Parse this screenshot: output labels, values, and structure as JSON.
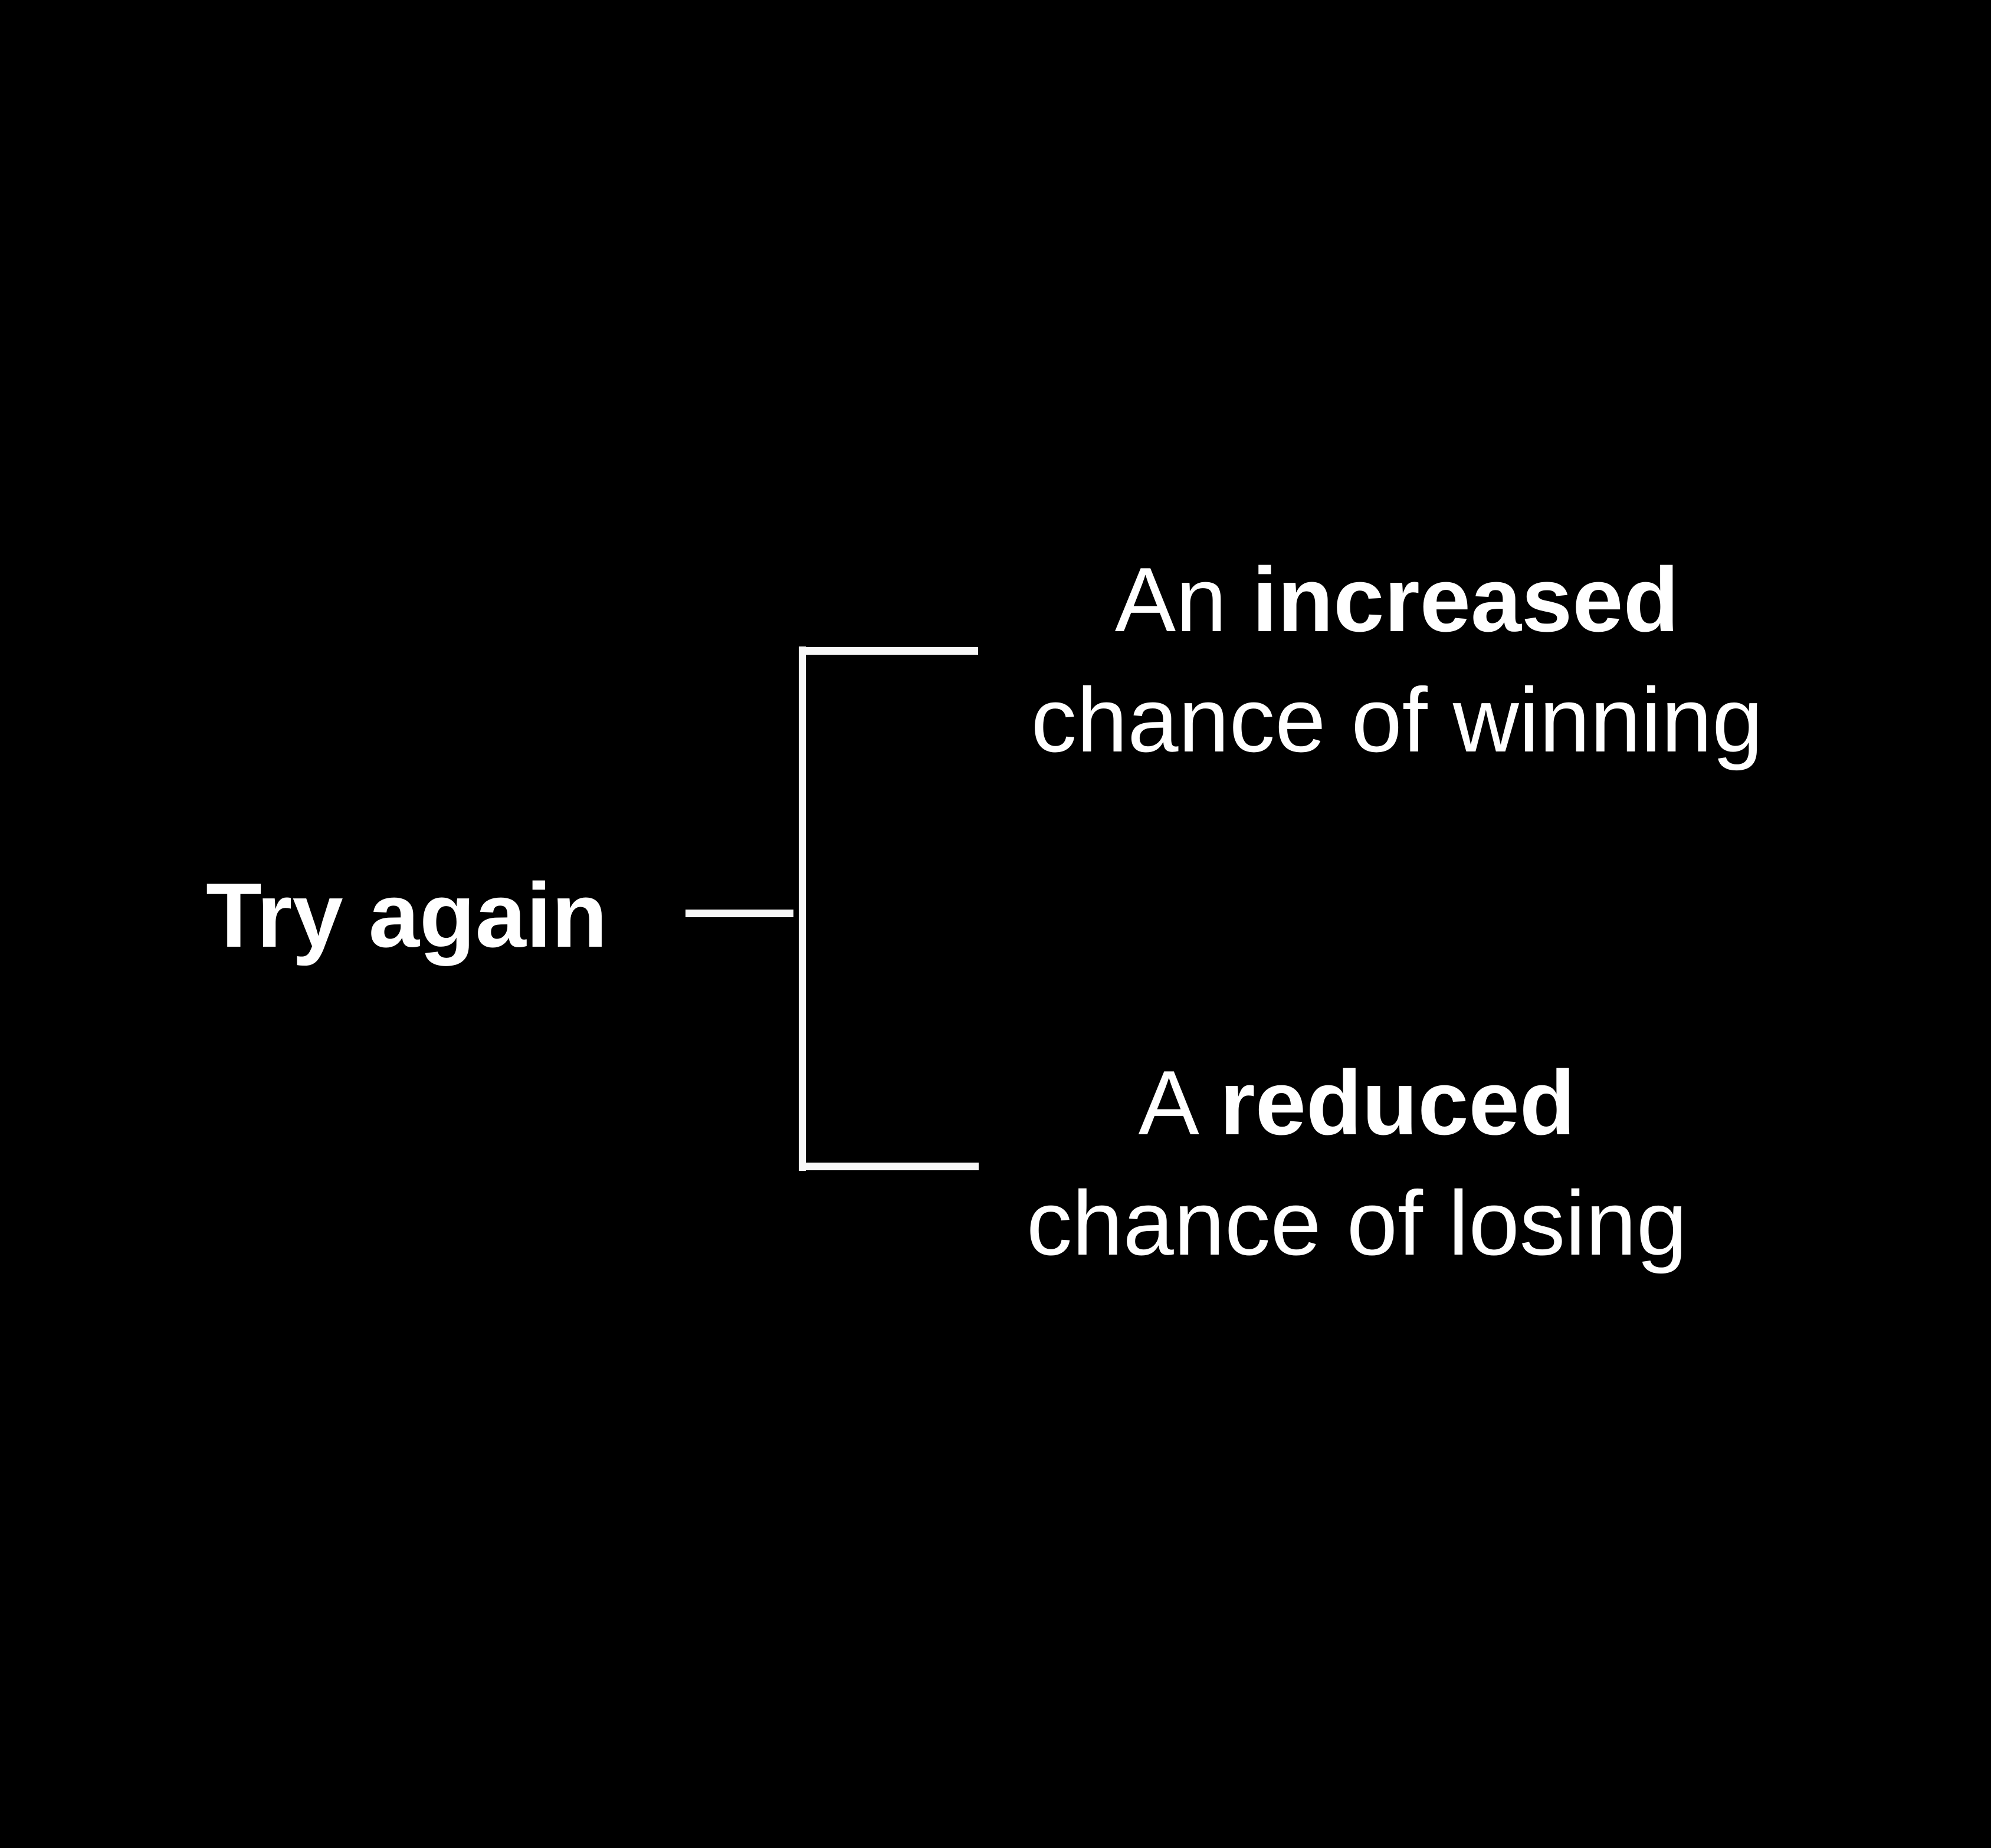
{
  "colors": {
    "background": "#000000",
    "text": "#ffffff",
    "line": "#f7f7f7"
  },
  "root": {
    "label": "Try again"
  },
  "branches": [
    {
      "prefix": "An ",
      "emphasis": "increased",
      "line2": "chance of winning"
    },
    {
      "prefix": "A ",
      "emphasis": "reduced",
      "line2": "chance of losing"
    }
  ]
}
